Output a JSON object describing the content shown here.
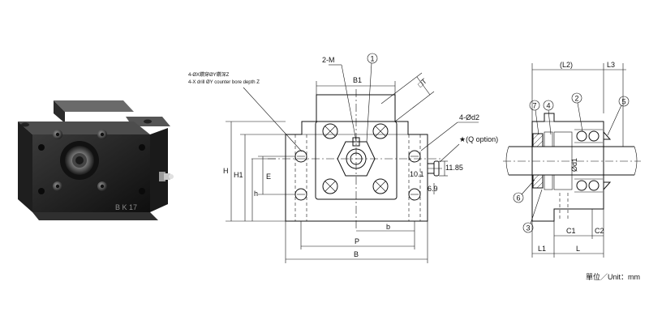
{
  "photo": {
    "marking": "B K 17"
  },
  "front_view": {
    "label_2m": "2-M",
    "callout_1": "1",
    "label_b1": "B1",
    "label_t": "□T",
    "drill_note_cn": "4-ØX鑽穿ØY鑽深Z",
    "drill_note_en": "4-X drill ØY counter bore depth Z",
    "label_4d2": "4-Ød2",
    "label_q_option": "★(Q option)",
    "label_h_cap": "H",
    "label_h1": "H1",
    "label_e": "E",
    "label_h": "h",
    "label_11_85": "11.85",
    "label_10_1": "10.1",
    "label_6_9": "6.9",
    "label_b_small": "b",
    "label_p": "P",
    "label_b_big": "B"
  },
  "side_view": {
    "label_l2": "(L2)",
    "label_l3": "L3",
    "label_d1": "Ød1",
    "label_c1": "C1",
    "label_c2": "C2",
    "label_l1": "L1",
    "label_l": "L",
    "callouts": [
      "7",
      "4",
      "2",
      "5",
      "6",
      "3"
    ]
  },
  "unit_note": "單位／Unit：mm"
}
